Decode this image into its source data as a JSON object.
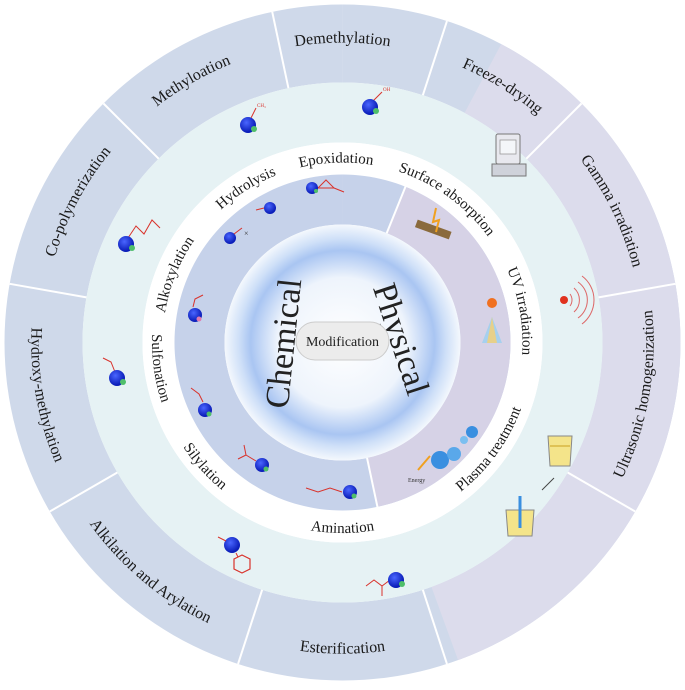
{
  "center": {
    "label": "Modification"
  },
  "inner_ring": {
    "left_label": "Chemical",
    "right_label": "Physical"
  },
  "middle_ring": {
    "chemical_methods": [
      "Epoxidation",
      "Hydrolysis",
      "Alkoxylation",
      "Sulfonation",
      "Silylation",
      "Amination"
    ],
    "physical_methods": [
      "Surface absorption",
      "UV irradiation",
      "Plasma treatment"
    ]
  },
  "outer_ring": {
    "chemical_methods": [
      "Demethylation",
      "Methyloation",
      "Co-polymerization",
      "Hydroxy-methylation",
      "Alkilation and Arylation",
      "Esterification"
    ],
    "physical_methods": [
      "Freeze-drying",
      "Gamma irradiation",
      "Ultrasonic homogenization"
    ]
  },
  "icon_labels": {
    "energy": "Energy"
  },
  "colors": {
    "outer_ring": "#cfd9ea",
    "outer_ring_physical": "#dcdcec",
    "middle_band": "#e6f2f4",
    "label_band": "#ffffff",
    "inner_band": "#c6d2ea",
    "inner_band_physical": "#d6d2e6",
    "glow": "#9fc0f0",
    "core": "#dfe6f3",
    "divider": "#ffffff",
    "ball_blue": "#1a2fd8",
    "ball_green": "#4fbf6a",
    "ball_pink": "#e07ab0",
    "structure_red": "#d9322b"
  }
}
